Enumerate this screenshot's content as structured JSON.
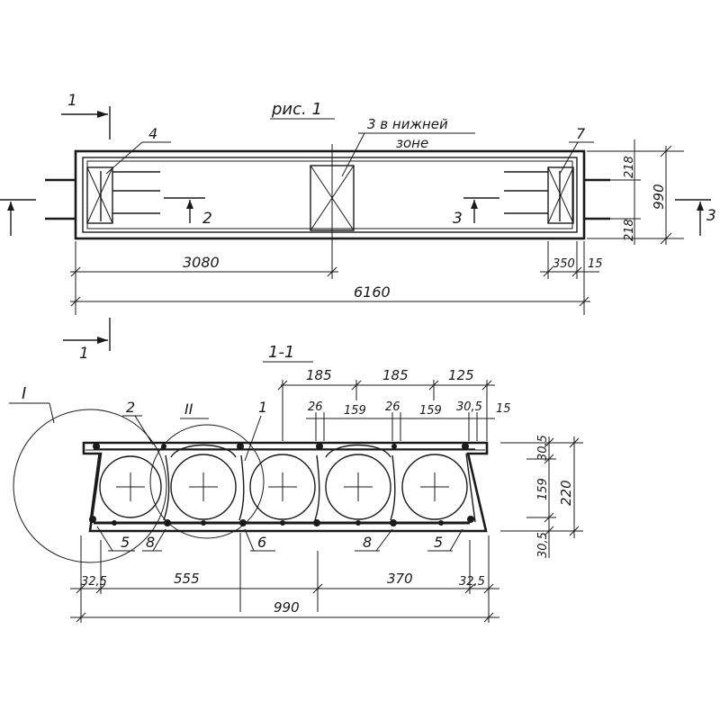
{
  "figure": {
    "title": "рис. 1",
    "zone_note_line1": "3 в нижней",
    "zone_note_line2": "зоне"
  },
  "plan": {
    "callouts": {
      "c4": "4",
      "c7": "7",
      "c2": "2",
      "c3": "3"
    },
    "section_marks": {
      "top": "1",
      "bottom": "1",
      "right": "3"
    },
    "dims": {
      "half_length": "3080",
      "total_length": "6160",
      "end_offset": "350",
      "end_gap": "15",
      "width": "990",
      "edge_top": "218",
      "edge_bottom": "218"
    }
  },
  "section": {
    "label": "1-1",
    "circle_labels": {
      "I": "I",
      "II": "II"
    },
    "callouts": {
      "c2": "2",
      "c1": "1",
      "c5_left": "5",
      "c8_left": "8",
      "c6": "6",
      "c8_right": "8",
      "c5_right": "5"
    },
    "top_dims": {
      "a": "185",
      "b": "185",
      "c": "125"
    },
    "sub_dims": {
      "a": "26",
      "b": "159",
      "c": "26",
      "d": "159",
      "e": "30,5",
      "f": "15"
    },
    "right_dims": {
      "top": "30,5",
      "mid": "159",
      "bottom": "30,5",
      "total": "220"
    },
    "bottom_dims": {
      "left_edge": "32,5",
      "left_span": "555",
      "right_span": "370",
      "right_edge": "32,5",
      "total": "990"
    }
  }
}
